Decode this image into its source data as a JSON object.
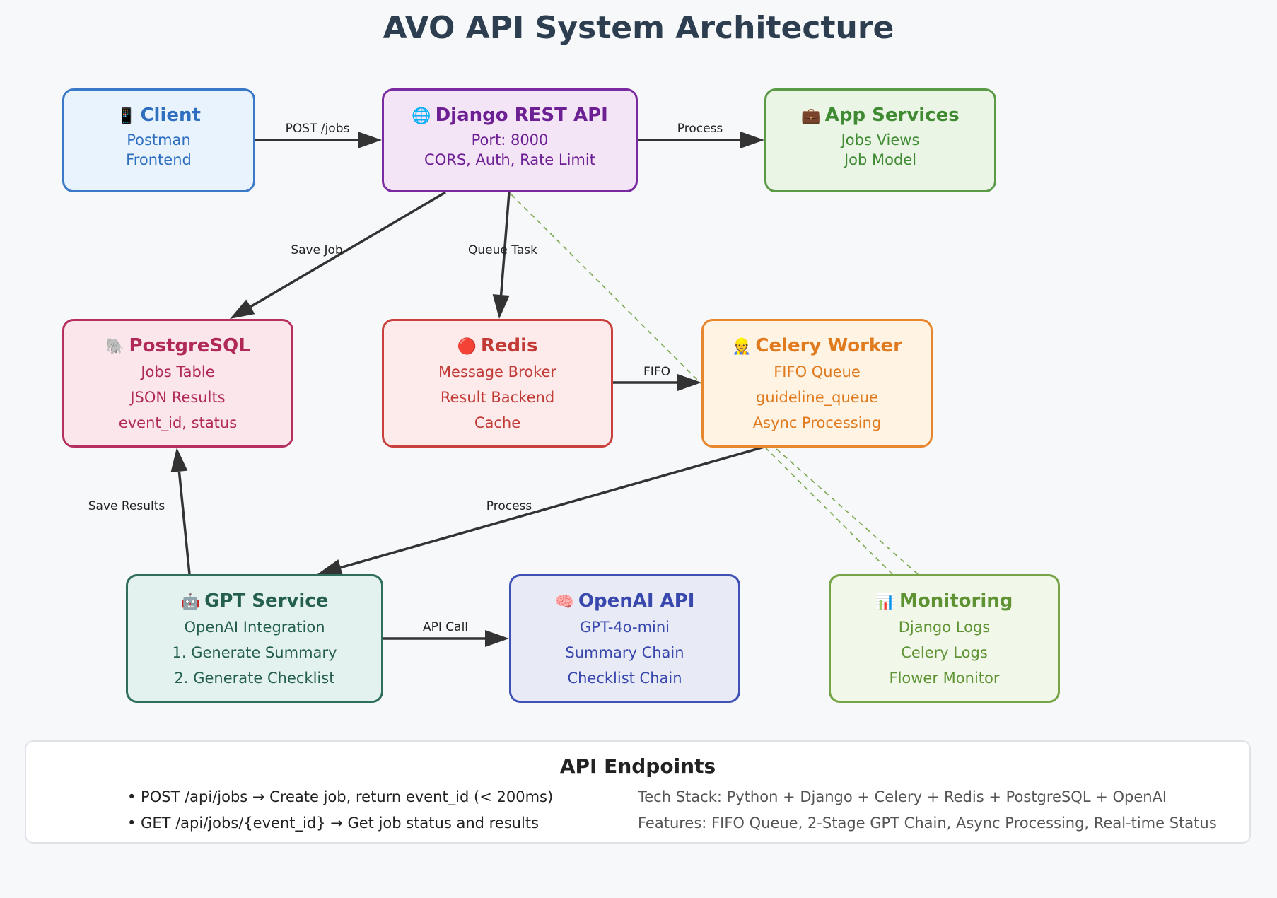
{
  "title": "AVO API System Architecture",
  "nodes": {
    "client": {
      "icon": "mobile-phone-icon",
      "emoji": "📱",
      "title": "Client",
      "lines": [
        "Postman",
        "Frontend"
      ],
      "border": "#3a78c8",
      "fill": "#e8f3fd",
      "titleColor": "#2f6fc0",
      "textColor": "#2f6fc0"
    },
    "django": {
      "icon": "globe-icon",
      "emoji": "🌐",
      "title": "Django REST API",
      "lines": [
        "Port: 8000",
        "CORS, Auth, Rate Limit"
      ],
      "border": "#7a2aa0",
      "fill": "#f3e5f5",
      "titleColor": "#6d1f94",
      "textColor": "#6d1f94"
    },
    "app_services": {
      "icon": "briefcase-icon",
      "emoji": "💼",
      "title": "App Services",
      "lines": [
        "Jobs Views",
        "Job Model"
      ],
      "border": "#5a9a46",
      "fill": "#eaf5e6",
      "titleColor": "#3f8a33",
      "textColor": "#3f8a33"
    },
    "postgres": {
      "icon": "elephant-icon",
      "emoji": "🐘",
      "title": "PostgreSQL",
      "lines": [
        "Jobs Table",
        "JSON Results",
        "event_id, status"
      ],
      "border": "#b5305f",
      "fill": "#fbe6ec",
      "titleColor": "#b02957",
      "textColor": "#b02957"
    },
    "redis": {
      "icon": "red-circle-icon",
      "emoji": "🔴",
      "title": "Redis",
      "lines": [
        "Message Broker",
        "Result Backend",
        "Cache"
      ],
      "border": "#c9403d",
      "fill": "#fdebeb",
      "titleColor": "#c23a36",
      "textColor": "#c23a36"
    },
    "celery": {
      "icon": "worker-icon",
      "emoji": "👷",
      "title": "Celery Worker",
      "lines": [
        "FIFO Queue",
        "guideline_queue",
        "Async Processing"
      ],
      "border": "#e8862e",
      "fill": "#fff3e3",
      "titleColor": "#e07a1f",
      "textColor": "#e07a1f"
    },
    "gpt": {
      "icon": "robot-icon",
      "emoji": "🤖",
      "title": "GPT Service",
      "lines": [
        "OpenAI Integration",
        "1. Generate Summary",
        "2. Generate Checklist"
      ],
      "border": "#2f6e5c",
      "fill": "#e3f2ee",
      "titleColor": "#235e4e",
      "textColor": "#235e4e"
    },
    "openai": {
      "icon": "brain-icon",
      "emoji": "🧠",
      "title": "OpenAI API",
      "lines": [
        "GPT-4o-mini",
        "Summary Chain",
        "Checklist Chain"
      ],
      "border": "#3f51b5",
      "fill": "#e8eaf6",
      "titleColor": "#3848ad",
      "textColor": "#3848ad"
    },
    "monitoring": {
      "icon": "bar-chart-icon",
      "emoji": "📊",
      "title": "Monitoring",
      "lines": [
        "Django Logs",
        "Celery Logs",
        "Flower Monitor"
      ],
      "border": "#76a446",
      "fill": "#f1f8e9",
      "titleColor": "#5e9232",
      "textColor": "#5e9232"
    }
  },
  "edges": [
    {
      "id": "client-django",
      "label": "POST /jobs"
    },
    {
      "id": "django-app",
      "label": "Process"
    },
    {
      "id": "django-postgres",
      "label": "Save Job"
    },
    {
      "id": "django-redis",
      "label": "Queue Task"
    },
    {
      "id": "redis-celery",
      "label": "FIFO"
    },
    {
      "id": "celery-gpt",
      "label": "Process"
    },
    {
      "id": "gpt-postgres",
      "label": "Save Results"
    },
    {
      "id": "gpt-openai",
      "label": "API Call"
    },
    {
      "id": "monitoring-django",
      "label": ""
    },
    {
      "id": "monitoring-celery",
      "label": ""
    }
  ],
  "endpoints": {
    "title": "API Endpoints",
    "left": [
      "• POST /api/jobs → Create job, return event_id (< 200ms)",
      "• GET /api/jobs/{event_id} → Get job status and results"
    ],
    "right": [
      "Tech Stack: Python + Django + Celery + Redis + PostgreSQL + OpenAI",
      "Features: FIFO Queue, 2-Stage GPT Chain, Async Processing, Real-time Status"
    ]
  },
  "colors": {
    "arrow": "#333333",
    "dashed": "#7aa64a",
    "background": "#f7f8fa"
  }
}
